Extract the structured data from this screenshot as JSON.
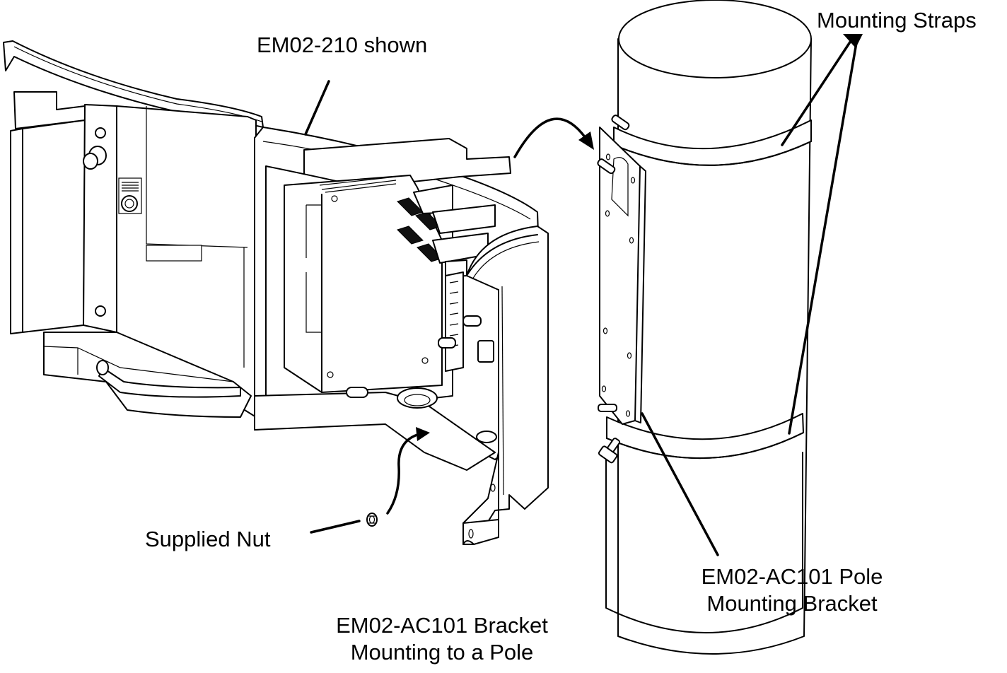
{
  "figure": {
    "caption_line1": "EM02-AC101 Bracket",
    "caption_line2": "Mounting to a Pole",
    "callouts": {
      "model_shown": "EM02-210 shown",
      "mounting_straps": "Mounting Straps",
      "supplied_nut": "Supplied Nut",
      "pole_bracket_line1": "EM02-AC101 Pole",
      "pole_bracket_line2": "Mounting Bracket"
    },
    "colors": {
      "line": "#000000",
      "background": "#ffffff"
    }
  }
}
